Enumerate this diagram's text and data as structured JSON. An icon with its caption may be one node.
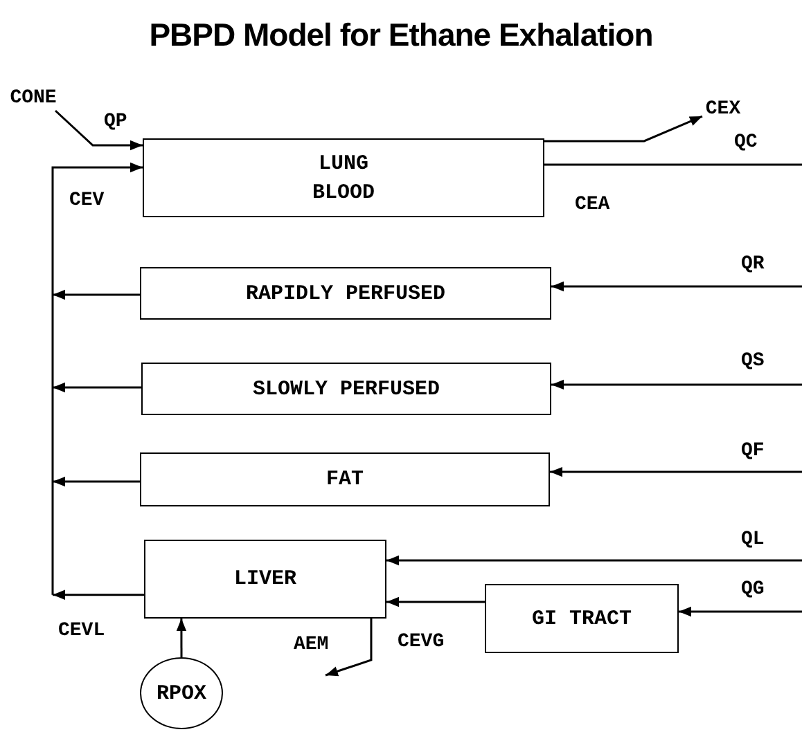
{
  "diagram": {
    "title": "PBPD Model for Ethane Exhalation",
    "nodes": [
      {
        "text": [
          "LUNG BLOOD"
        ]
      },
      {
        "text": [
          "RAPIDLY PERFUSED"
        ]
      },
      {
        "text": [
          "SLOWLY PERFUSED"
        ]
      },
      {
        "text": [
          "FAT"
        ]
      },
      {
        "text": [
          "LIVER"
        ]
      },
      {
        "text": [
          "GI TRACT"
        ]
      },
      {
        "text": [
          "RPOX"
        ]
      },
      {
        "text": [
          "CONE"
        ]
      },
      {
        "text": [
          "CEX"
        ]
      }
    ],
    "edges": [
      {
        "from": 7,
        "to": 0,
        "arrow": "to"
      },
      {
        "from": 0,
        "to": 8,
        "arrow": "to"
      },
      {
        "from": 0,
        "to": null,
        "arrow": "none"
      },
      {
        "from": null,
        "to": 1,
        "arrow": "to"
      },
      {
        "from": null,
        "to": 2,
        "arrow": "to"
      },
      {
        "from": null,
        "to": 3,
        "arrow": "to"
      },
      {
        "from": null,
        "to": 4,
        "arrow": "to"
      },
      {
        "from": null,
        "to": 5,
        "arrow": "to"
      },
      {
        "from": 5,
        "to": 4,
        "arrow": "to"
      },
      {
        "from": 1,
        "to": 0,
        "arrow": "to"
      },
      {
        "from": 2,
        "to": 0,
        "arrow": "to"
      },
      {
        "from": 3,
        "to": 0,
        "arrow": "to"
      },
      {
        "from": 4,
        "to": 0,
        "arrow": "to"
      },
      {
        "from": 4,
        "to": null,
        "arrow": "to",
        "label": "AEM"
      },
      {
        "from": 6,
        "to": 4,
        "arrow": "to"
      }
    ],
    "labels": [
      "QP",
      "QC",
      "CEV",
      "CEA",
      "QR",
      "QS",
      "QF",
      "QL",
      "QG",
      "CEVL",
      "CEVG"
    ]
  }
}
